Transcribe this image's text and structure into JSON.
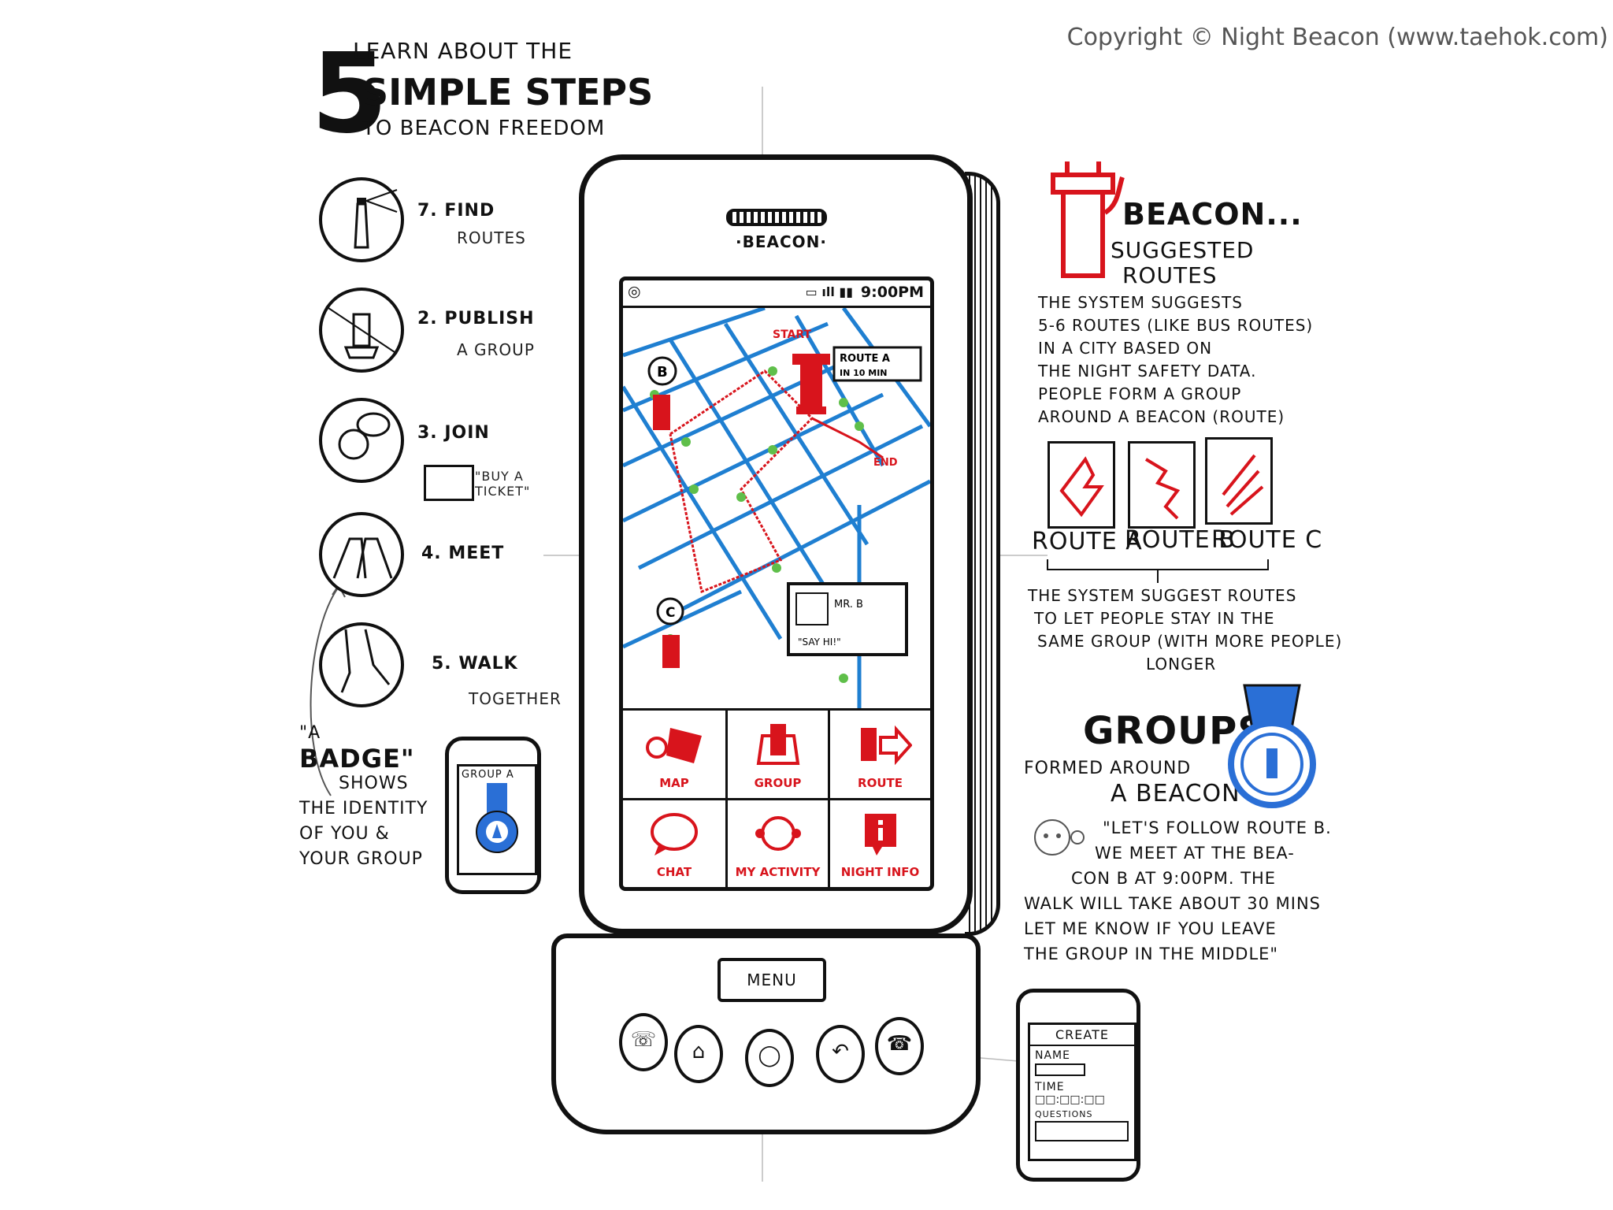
{
  "copyright": "Copyright © Night Beacon (www.taehok.com)",
  "title": {
    "number": "5",
    "line1": "LEARN ABOUT THE",
    "line2": "SIMPLE STEPS",
    "line3": "TO BEACON FREEDOM"
  },
  "steps": [
    {
      "title": "7. FIND",
      "sub": "ROUTES"
    },
    {
      "title": "2. PUBLISH",
      "sub": "A GROUP"
    },
    {
      "title": "3. JOIN",
      "sub": "\"BUY A TICKET\""
    },
    {
      "title": "4. MEET",
      "sub": ""
    },
    {
      "title": "5. WALK",
      "sub": "TOGETHER"
    }
  ],
  "badge_note": {
    "line1": "\"A",
    "line2": "BADGE\"",
    "line3": "SHOWS",
    "line4": "THE IDENTITY",
    "line5": "OF YOU &",
    "line6": "YOUR GROUP",
    "screen_label": "GROUP A"
  },
  "phone": {
    "brand": "·BEACON·",
    "status_time": "9:00PM",
    "map": {
      "start": "START",
      "end": "END",
      "beacon_b": "B",
      "beacon_c": "C",
      "route_callout_l1": "ROUTE A",
      "route_callout_l2": "IN 10 MIN",
      "chat_name": "MR. B",
      "chat_msg": "\"SAY HI!\""
    },
    "apps": [
      {
        "label": "MAP",
        "icon": "map-icon"
      },
      {
        "label": "GROUP",
        "icon": "group-icon"
      },
      {
        "label": "ROUTE",
        "icon": "route-icon"
      },
      {
        "label": "CHAT",
        "icon": "chat-icon"
      },
      {
        "label": "MY ACTIVITY",
        "icon": "activity-icon"
      },
      {
        "label": "NIGHT INFO",
        "icon": "info-icon"
      }
    ],
    "menu": "MENU",
    "colors": {
      "accent_red": "#d8141c",
      "map_blue": "#1f7fd1",
      "node_green": "#5fbf4a",
      "badge_blue": "#2a6fd6"
    }
  },
  "beacon": {
    "title": "BEACON...",
    "sub1": "SUGGESTED",
    "sub2": "ROUTES",
    "desc": [
      "THE SYSTEM SUGGESTS",
      "5-6 ROUTES (LIKE BUS ROUTES)",
      "IN A CITY BASED ON",
      "THE NIGHT SAFETY DATA.",
      "PEOPLE FORM A GROUP",
      "AROUND A BEACON (ROUTE)"
    ],
    "routes": [
      "ROUTE A",
      "ROUTE B",
      "ROUTE C"
    ],
    "desc2": [
      "THE SYSTEM SUGGEST ROUTES",
      "TO LET PEOPLE STAY IN THE",
      "SAME GROUP (WITH MORE PEOPLE)",
      "LONGER"
    ]
  },
  "groups": {
    "title": "GROUPS",
    "sub1": "FORMED AROUND",
    "sub2": "A BEACON",
    "quote": [
      "\"LET'S FOLLOW ROUTE B.",
      "WE MEET AT THE BEA-",
      "CON B AT 9:00PM. THE",
      "WALK WILL TAKE ABOUT 30 MINS",
      "LET ME KNOW IF YOU LEAVE",
      "THE GROUP IN THE MIDDLE\""
    ]
  },
  "create_phone": {
    "title": "CREATE",
    "name": "NAME",
    "time": "TIME",
    "time_value": "□□:□□:□□",
    "questions": "QUESTIONS"
  }
}
